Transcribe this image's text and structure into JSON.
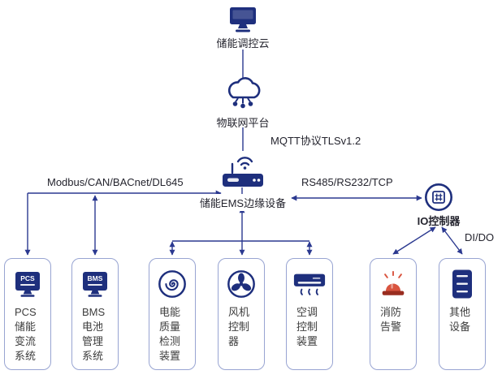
{
  "colors": {
    "navy": "#1e2f7d",
    "line": "#2b3990",
    "box_border": "#98a4d2",
    "label_dark": "#24242e",
    "device_label": "#3d3d3d",
    "alarm_red": "#d9543f",
    "alarm_dark": "#992d20"
  },
  "nodes": {
    "cloud_top": {
      "label": "储能调控云",
      "icon": "cloud-monitor-icon"
    },
    "iot_platform": {
      "label": "物联网平台",
      "icon": "iot-cloud-icon"
    },
    "ems_gateway": {
      "label": "储能EMS边缘设备",
      "icon": "ems-gateway-router-icon"
    },
    "io_controller": {
      "label": "IO控制器",
      "icon": "io-controller-icon"
    }
  },
  "links": {
    "mqtt": "MQTT协议TLSv1.2",
    "fieldbus": "Modbus/CAN/BACnet/DL645",
    "serial": "RS485/RS232/TCP",
    "dido": "DI/DO"
  },
  "devices": [
    {
      "icon": "pcs-screen-icon",
      "icon_text": "PCS",
      "lines": [
        "PCS",
        "储能",
        "变流",
        "系统"
      ]
    },
    {
      "icon": "bms-screen-icon",
      "icon_text": "BMS",
      "lines": [
        "BMS",
        "电池",
        "管理",
        "系统"
      ]
    },
    {
      "icon": "power-quality-coil-icon",
      "lines": [
        "电能",
        "质量",
        "检测",
        "装置"
      ]
    },
    {
      "icon": "fan-icon",
      "lines": [
        "风机",
        "控制",
        "器"
      ]
    },
    {
      "icon": "air-conditioner-icon",
      "lines": [
        "空调",
        "控制",
        "装置"
      ]
    },
    {
      "icon": "fire-alarm-icon",
      "lines": [
        "消防",
        "告警"
      ]
    },
    {
      "icon": "server-icon",
      "lines": [
        "其他",
        "设备"
      ]
    }
  ]
}
